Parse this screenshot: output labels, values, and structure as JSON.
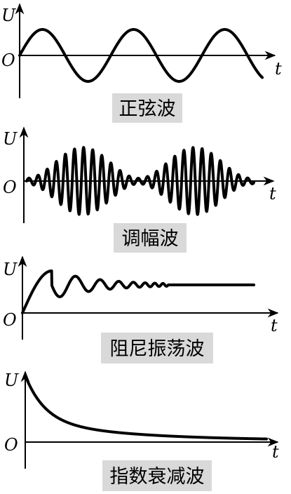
{
  "panels": [
    {
      "id": "sine",
      "y_label": "U",
      "origin_label": "O",
      "x_label": "t",
      "caption": "正弦波"
    },
    {
      "id": "am",
      "y_label": "U",
      "origin_label": "O",
      "x_label": "t",
      "caption": "调幅波"
    },
    {
      "id": "damped",
      "y_label": "U",
      "origin_label": "O",
      "x_label": "t",
      "caption": "阻尼振荡波"
    },
    {
      "id": "exp",
      "y_label": "U",
      "origin_label": "O",
      "x_label": "t",
      "caption": "指数衰减波"
    }
  ]
}
